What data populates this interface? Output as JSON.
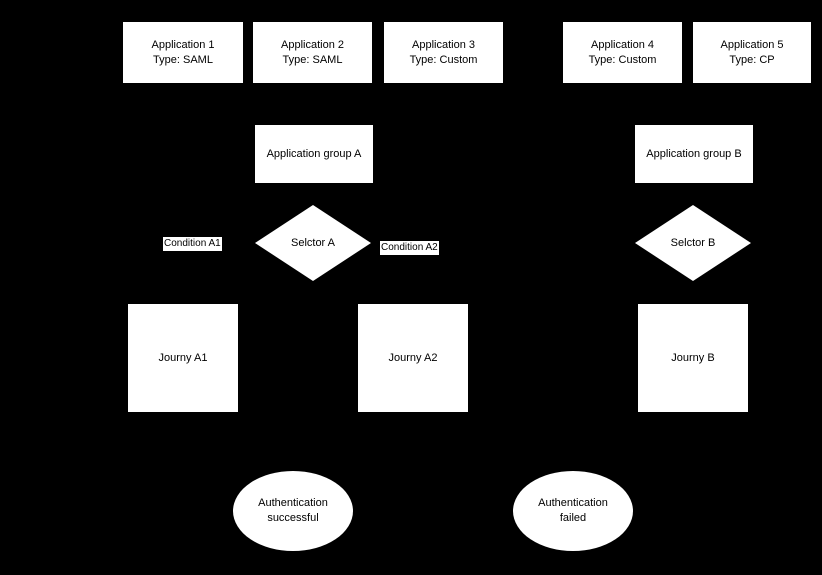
{
  "canvas": {
    "background_color": "#000000",
    "node_fill_color": "#ffffff",
    "text_color": "#000000"
  },
  "applications": [
    {
      "name": "Application 1",
      "type_label": "Type: SAML"
    },
    {
      "name": "Application 2",
      "type_label": "Type: SAML"
    },
    {
      "name": "Application 3",
      "type_label": "Type: Custom"
    },
    {
      "name": "Application 4",
      "type_label": "Type: Custom"
    },
    {
      "name": "Application 5",
      "type_label": "Type: CP"
    }
  ],
  "groups": [
    {
      "label": "Application group A"
    },
    {
      "label": "Application group B"
    }
  ],
  "selectors": [
    {
      "label": "Selctor A"
    },
    {
      "label": "Selctor B"
    }
  ],
  "conditions": [
    {
      "label": "Condition A1"
    },
    {
      "label": "Condition A2"
    }
  ],
  "journeys": [
    {
      "label": "Journy A1"
    },
    {
      "label": "Journy A2"
    },
    {
      "label": "Journy B"
    }
  ],
  "outcomes": [
    {
      "lines": [
        "Authentication",
        "successful"
      ]
    },
    {
      "lines": [
        "Authentication",
        "failed"
      ]
    }
  ]
}
